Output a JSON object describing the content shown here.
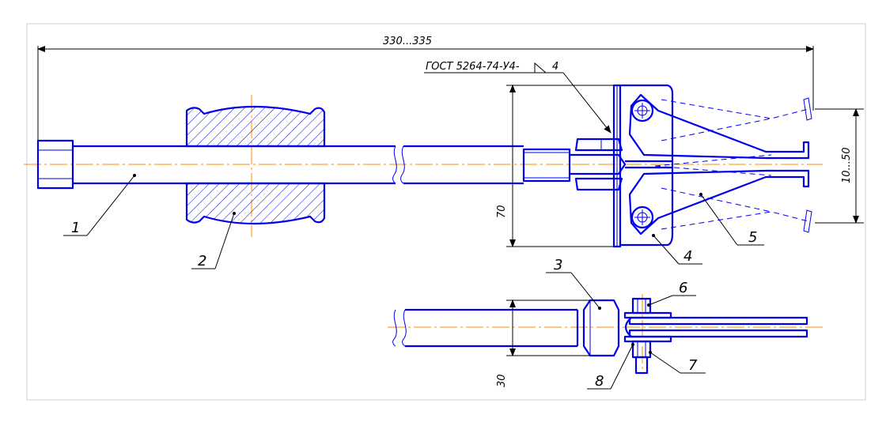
{
  "dimensions": {
    "overall_length": "330...335",
    "height_70": "70",
    "height_30": "30",
    "jaw_opening": "10...50"
  },
  "weld_note": "ГОСТ 5264-74-У4-",
  "weld_leg": "4",
  "callouts": {
    "c1": "1",
    "c2": "2",
    "c3": "3",
    "c4": "4",
    "c5": "5",
    "c6": "6",
    "c7": "7",
    "c8": "8"
  },
  "colors": {
    "part_lines": "#0000ee",
    "center_lines": "#ff8c00",
    "dimension_lines": "#000000"
  }
}
